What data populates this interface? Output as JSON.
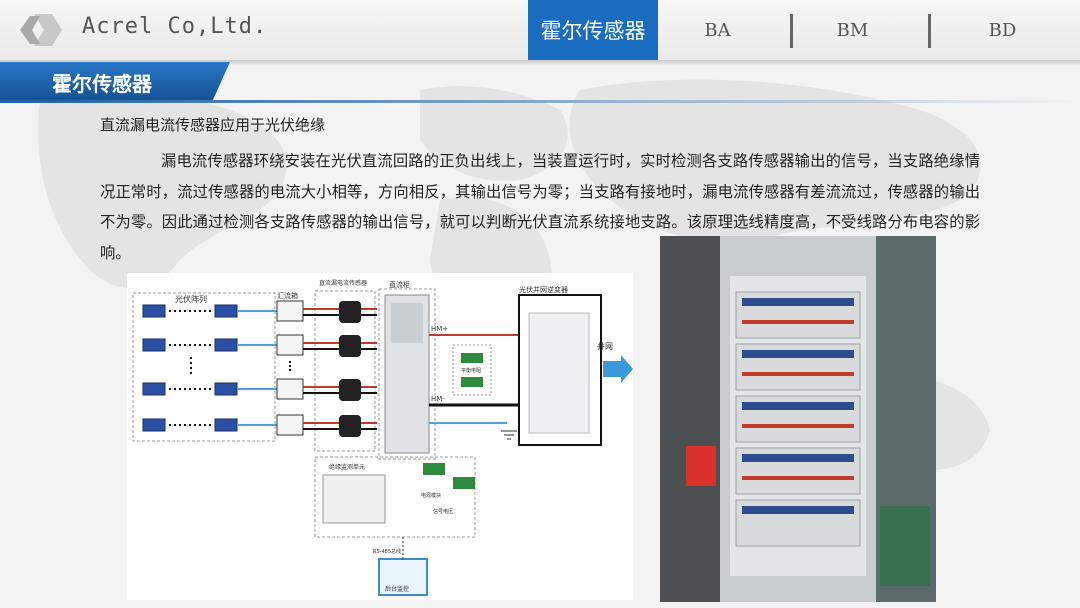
{
  "header": {
    "company": "Acrel Co,Ltd.",
    "tabs": [
      {
        "label": "霍尔传感器",
        "active": true
      },
      {
        "label": "BA",
        "active": false
      },
      {
        "label": "BM",
        "active": false
      },
      {
        "label": "BD",
        "active": false
      }
    ]
  },
  "section": {
    "title": "霍尔传感器"
  },
  "content": {
    "subtitle": "直流漏电流传感器应用于光伏绝缘",
    "paragraph": "漏电流传感器环绕安装在光伏直流回路的正负出线上，当装置运行时，实时检测各支路传感器输出的信号，当支路绝缘情况正常时，流过传感器的电流大小相等，方向相反，其输出信号为零；当支路有接地时，漏电流传感器有差流流过，传感器的输出不为零。因此通过检测各支路传感器的输出信号，就可以判断光伏直流系统接地支路。该原理选线精度高，不受线路分布电容的影响。"
  },
  "diagram": {
    "pv_array": "光伏阵列",
    "combiner": "汇流箱",
    "sensor_box": "直流漏电流传感器",
    "dc_cabinet": "直流柜",
    "inverter": "光伏并网逆变器",
    "grid": "并网",
    "hm_pos": "HM+",
    "hm_neg": "HM-",
    "balance": "平衡电阻",
    "monitor_unit": "绝缘监测单元",
    "power_module": "电源模块",
    "signal_wire": "信号电压",
    "rs485": "RS-485总线",
    "backend": "后台监控"
  },
  "colors": {
    "accent": "#1a6cc0",
    "banner": "#1a5fa8"
  }
}
